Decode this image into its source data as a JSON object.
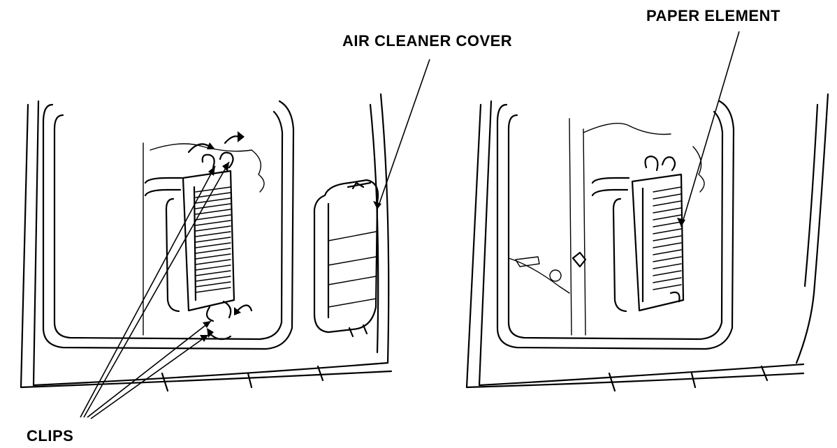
{
  "labels": {
    "air_cleaner_cover": "AIR CLEANER COVER",
    "paper_element": "PAPER ELEMENT",
    "clips": "CLIPS"
  }
}
